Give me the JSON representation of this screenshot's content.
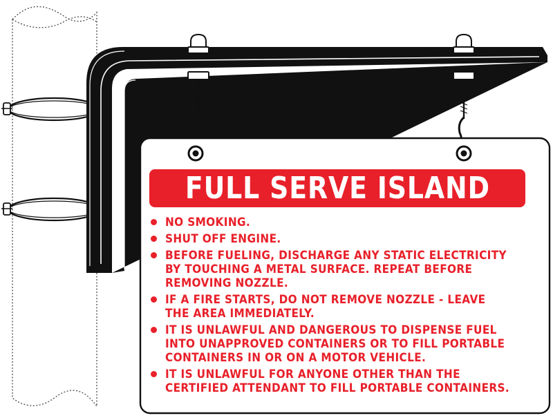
{
  "sign": {
    "title": "FULL SERVE ISLAND",
    "rules": [
      {
        "lines": [
          "NO SMOKING."
        ]
      },
      {
        "lines": [
          "SHUT OFF ENGINE."
        ]
      },
      {
        "lines": [
          "BEFORE FUELING, DISCHARGE ANY STATIC ELECTRICITY",
          "BY TOUCHING A METAL SURFACE. REPEAT BEFORE",
          "REMOVING NOZZLE."
        ]
      },
      {
        "lines": [
          "IF A FIRE STARTS, DO NOT REMOVE NOZZLE - LEAVE",
          "THE AREA IMMEDIATELY."
        ]
      },
      {
        "lines": [
          "IT IS UNLAWFUL AND DANGEROUS TO DISPENSE FUEL",
          "INTO UNAPPROVED CONTAINERS OR TO FILL PORTABLE",
          "CONTAINERS IN OR ON A MOTOR VEHICLE."
        ]
      },
      {
        "lines": [
          "IT IS UNLAWFUL FOR ANYONE OTHER THAN THE",
          "CERTIFIED ATTENDANT TO FILL PORTABLE CONTAINERS."
        ]
      }
    ]
  },
  "colors": {
    "sign_red": "#e8202a",
    "bracket_black": "#111111",
    "pole_outline": "#555555",
    "background": "#ffffff"
  }
}
